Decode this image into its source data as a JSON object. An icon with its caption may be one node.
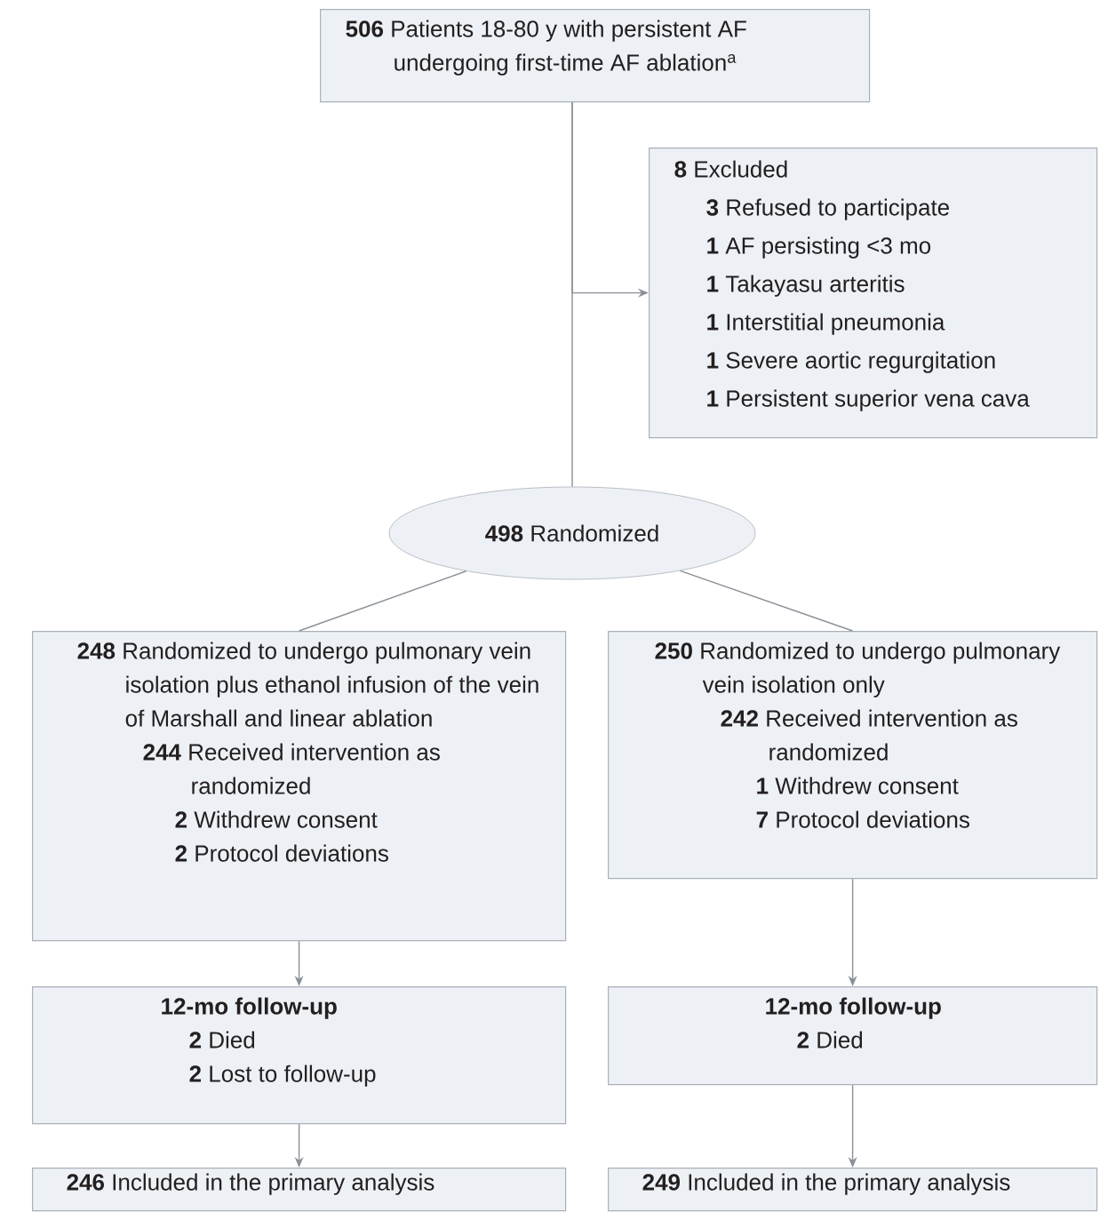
{
  "diagram": {
    "nodes": [
      {
        "text": [
          "**506** Patients 18-80 y with persistent AF undergoing first-time AF ablation$^{a}$"
        ]
      },
      {
        "text": [
          "**8** Excluded",
          "**3** Refused to participate",
          "**1** AF persisting <3 mo",
          "**1** Takayasu arteritis",
          "**1** Interstitial pneumonia",
          "**1** Severe aortic regurgitation",
          "**1** Persistent superior vena cava"
        ]
      },
      {
        "text": [
          "**498** Randomized"
        ]
      },
      {
        "text": [
          "**248** Randomized to undergo pulmonary vein isolation plus ethanol infusion of the vein of Marshall and linear ablation",
          "**244** Received intervention as randomized",
          "**2** Withdrew consent",
          "**2** Protocol deviations"
        ]
      },
      {
        "text": [
          "**250** Randomized to undergo pulmonary vein isolation only",
          "**242** Received intervention as randomized",
          "**1** Withdrew consent",
          "**7** Protocol deviations"
        ]
      },
      {
        "text": [
          "12-mo follow-up",
          "**2** Died",
          "**2** Lost to follow-up"
        ]
      },
      {
        "text": [
          "12-mo follow-up",
          "**2** Died"
        ]
      },
      {
        "text": [
          "**246** Included in the primary analysis"
        ]
      },
      {
        "text": [
          "**249** Included in the primary analysis"
        ]
      }
    ],
    "edges": [
      {
        "from": 0,
        "to": 2,
        "arrow": "none"
      },
      {
        "from": 0,
        "to": 1,
        "arrow": "to"
      },
      {
        "from": 2,
        "to": 3,
        "arrow": "none"
      },
      {
        "from": 2,
        "to": 4,
        "arrow": "none"
      },
      {
        "from": 3,
        "to": 5,
        "arrow": "to"
      },
      {
        "from": 4,
        "to": 6,
        "arrow": "to"
      },
      {
        "from": 5,
        "to": 7,
        "arrow": "to"
      },
      {
        "from": 6,
        "to": 8,
        "arrow": "to"
      }
    ]
  }
}
